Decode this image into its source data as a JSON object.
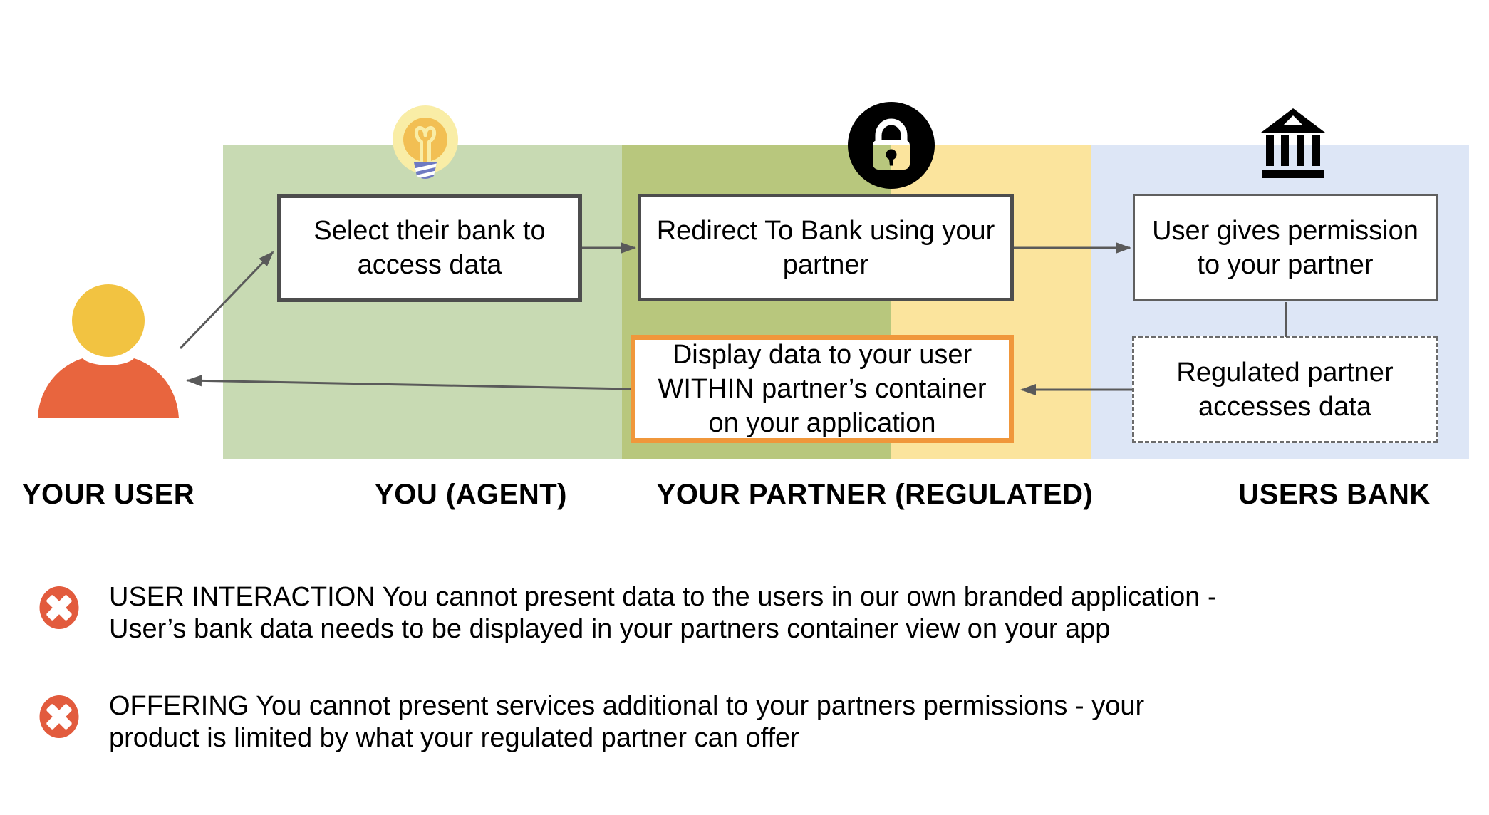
{
  "diagram_title": "agent-partner-bank-data-access-flow",
  "lanes": [
    {
      "name": "your-user",
      "label": "YOUR USER"
    },
    {
      "name": "you-agent",
      "label": "YOU (AGENT)"
    },
    {
      "name": "your-partner-regulated",
      "label": "YOUR PARTNER (REGULATED)"
    },
    {
      "name": "users-bank",
      "label": "USERS BANK"
    }
  ],
  "flow_boxes": [
    {
      "name": "select-bank-step",
      "style": "solid-gray-border",
      "lines": [
        "Select their bank to",
        "access data"
      ]
    },
    {
      "name": "redirect-to-bank-step",
      "style": "solid-gray-border",
      "lines": [
        "Redirect To Bank using your",
        "partner"
      ]
    },
    {
      "name": "user-permission-step",
      "style": "solid-gray-border",
      "lines": [
        "User gives permission",
        "to your partner"
      ]
    },
    {
      "name": "display-data-step",
      "style": "orange-border",
      "lines": [
        "Display data to your user",
        "WITHIN partner’s container",
        "on your application"
      ]
    },
    {
      "name": "regulated-access-step",
      "style": "dashed-border",
      "lines": [
        "Regulated partner",
        "accesses data"
      ]
    }
  ],
  "notes": [
    {
      "icon": "error-x-icon",
      "lines": [
        "USER INTERACTION You cannot present data to the users in our own branded application -",
        "User’s bank data needs to be displayed in your partners container view on your app"
      ]
    },
    {
      "icon": "error-x-icon",
      "lines": [
        "OFFERING You cannot present services additional to your partners permissions - your",
        "product is limited by what your regulated partner can offer"
      ]
    }
  ],
  "icons": {
    "lightbulb": "lightbulb-icon",
    "lock": "lock-icon",
    "bank": "bank-icon",
    "person": "person-icon",
    "error": "error-x-icon"
  },
  "colors": {
    "zone_green": "#c8dab3",
    "zone_olive": "#b8c77d",
    "zone_yellow": "#fbe49d",
    "zone_blue": "#dde6f6",
    "box_border_gray": "#4d4d4d",
    "box_border_orange": "#f0973b",
    "dashed_border": "#6b6b6b",
    "arrow_gray": "#5a5a5a",
    "error_icon_red": "#e25b3d",
    "person_head_yellow": "#f2c341",
    "person_body_orange": "#e8653e",
    "bulb_glow": "#f9eda6",
    "bulb_amber": "#f2bf53",
    "bulb_base_indigo": "#6f7ac2",
    "lock_black": "#000000"
  }
}
